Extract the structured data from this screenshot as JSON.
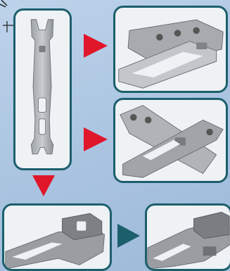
{
  "figure": {
    "panels": [
      {
        "id": "wrench-tool",
        "icon": "wrench-tool-icon"
      },
      {
        "id": "plate-step-1",
        "icon": "metal-plates-icon"
      },
      {
        "id": "plate-step-2",
        "icon": "metal-plates-crossed-icon"
      },
      {
        "id": "jaw-closeup",
        "icon": "wrench-jaw-icon"
      },
      {
        "id": "jaw-closeup-2",
        "icon": "wrench-jaw-cropped-icon"
      }
    ],
    "arrows": [
      {
        "id": "to-step-1",
        "color": "#e0162b"
      },
      {
        "id": "to-step-2",
        "color": "#e0162b"
      },
      {
        "id": "to-jaw",
        "color": "#e0162b"
      },
      {
        "id": "to-jaw-2",
        "color": "#1c5f6c"
      }
    ],
    "colors": {
      "frame": "#1c5f6c",
      "arrow_red": "#e0162b",
      "arrow_teal": "#1c5f6c",
      "metal": "#8c8f93"
    }
  }
}
